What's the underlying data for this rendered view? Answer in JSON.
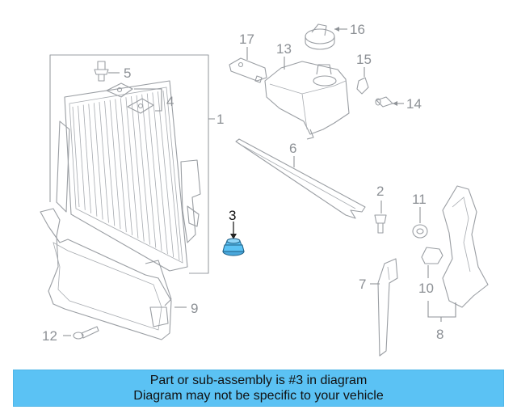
{
  "diagram": {
    "highlight_color": "#5bc2f4",
    "highlighted_part": "3",
    "callouts": {
      "c1": "1",
      "c2": "2",
      "c3": "3",
      "c4": "4",
      "c5": "5",
      "c6": "6",
      "c7": "7",
      "c8": "8",
      "c9": "9",
      "c10": "10",
      "c11": "11",
      "c12": "12",
      "c13": "13",
      "c14": "14",
      "c15": "15",
      "c16": "16",
      "c17": "17"
    }
  },
  "banner": {
    "line1": "Part or sub-assembly is #3 in diagram",
    "line2": "Diagram may not be specific to your vehicle"
  }
}
